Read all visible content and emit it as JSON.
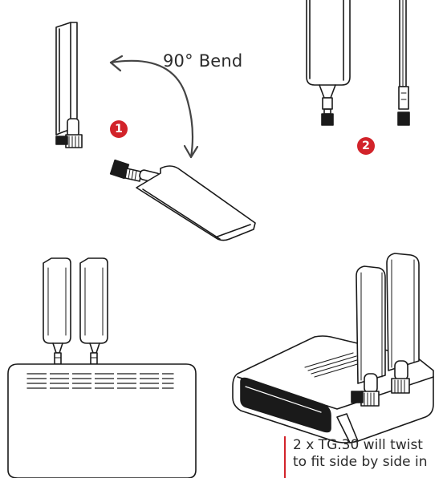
{
  "diagram": {
    "bend_label": "90° Bend",
    "step_badges": [
      "1",
      "2"
    ],
    "caption_lines": [
      "2 x TG.30 will twist",
      "to fit side by side in"
    ]
  },
  "colors": {
    "accent": "#d2232a",
    "line": "#1a1a1a",
    "arrow": "#444444"
  },
  "icons": [
    "curved-double-arrow-icon",
    "antenna-icon",
    "router-icon"
  ]
}
